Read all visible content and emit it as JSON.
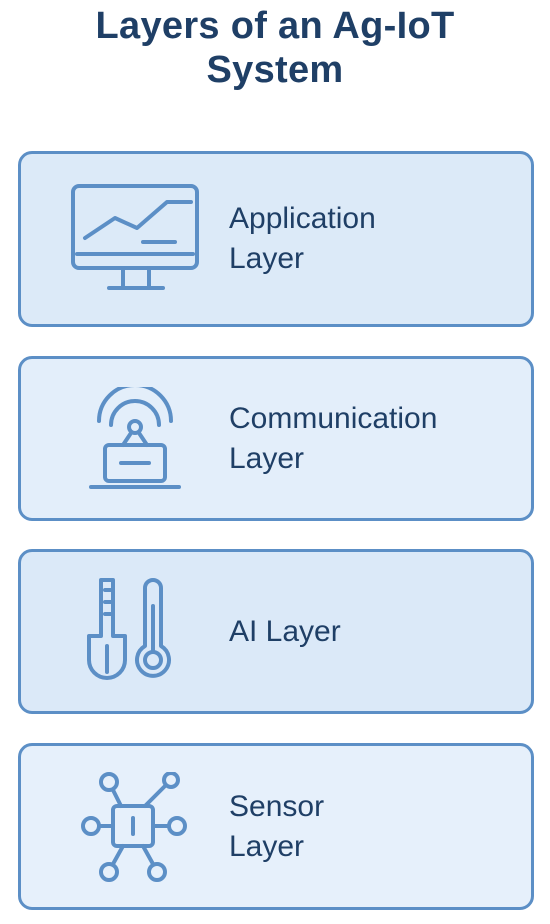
{
  "title": {
    "line1": "Layers of an Ag-IoT",
    "line2": "System"
  },
  "layers": [
    {
      "line1": "Application",
      "line2": "Layer",
      "icon": "monitor-chart-icon"
    },
    {
      "line1": "Communication",
      "line2": "Layer",
      "icon": "antenna-tower-icon"
    },
    {
      "line1": "AI Layer",
      "line2": "",
      "icon": "spade-thermometer-icon"
    },
    {
      "line1": "Sensor",
      "line2": "Layer",
      "icon": "sensor-chip-icon"
    }
  ],
  "colors": {
    "title_text": "#1f3f66",
    "card_border": "#5c8fc6",
    "card_fill": "#dceaf8",
    "icon_stroke": "#5c8fc6"
  }
}
